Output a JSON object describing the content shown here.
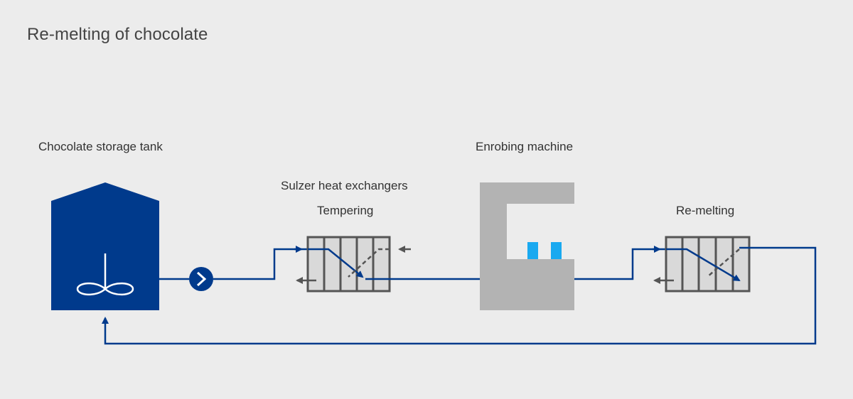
{
  "title": "Re-melting of chocolate",
  "labels": {
    "storage_tank": "Chocolate storage tank",
    "enrobing_machine": "Enrobing machine",
    "heat_exchangers": "Sulzer heat exchangers",
    "tempering": "Tempering",
    "re_melting": "Re-melting"
  },
  "colors": {
    "background": "#ececec",
    "chocolate_flow": "#003a8c",
    "tank": "#003a8c",
    "machine": "#b3b3b3",
    "coolant": "#555555",
    "product": "#19a9f0"
  },
  "icons": [
    "agitator-icon",
    "pump-icon"
  ]
}
